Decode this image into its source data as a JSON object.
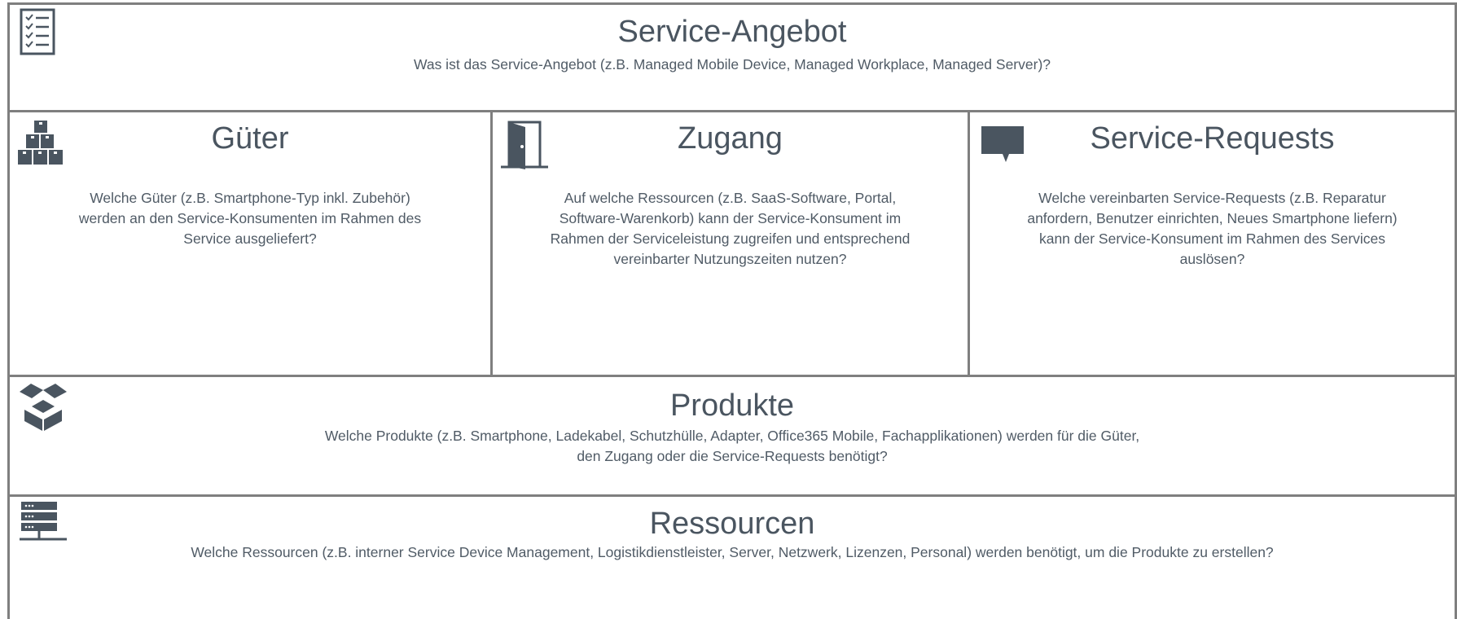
{
  "canvas": {
    "sections": {
      "service_angebot": {
        "title": "Service-Angebot",
        "description": "Was ist das Service-Angebot (z.B. Managed Mobile Device, Managed Workplace, Managed Server)?",
        "icon": "checklist-icon"
      },
      "gueter": {
        "title": "Güter",
        "description_lines": [
          "Welche Güter (z.B. Smartphone-Typ inkl. Zubehör)",
          "werden an den Service-Konsumenten im Rahmen des",
          "Service ausgeliefert?"
        ],
        "icon": "boxes-icon"
      },
      "zugang": {
        "title": "Zugang",
        "description_lines": [
          "Auf welche Ressourcen (z.B. SaaS-Software, Portal,",
          "Software-Warenkorb)  kann der Service-Konsument im",
          "Rahmen der Serviceleistung zugreifen und entsprechend",
          "vereinbarter Nutzungszeiten nutzen?"
        ],
        "icon": "door-icon"
      },
      "service_requests": {
        "title": "Service-Requests",
        "description_lines": [
          "Welche vereinbarten Service-Requests (z.B. Reparatur",
          "anfordern, Benutzer einrichten, Neues Smartphone liefern)",
          "kann der Service-Konsument im Rahmen des Services",
          "auslösen?"
        ],
        "icon": "speech-bubble-icon"
      },
      "produkte": {
        "title": "Produkte",
        "description_lines": [
          "Welche Produkte (z.B. Smartphone, Ladekabel, Schutzhülle, Adapter, Office365 Mobile, Fachapplikationen) werden für die Güter,",
          "den Zugang oder die Service-Requests benötigt?"
        ],
        "icon": "open-box-icon"
      },
      "ressourcen": {
        "title": "Ressourcen",
        "description": "Welche Ressourcen (z.B. interner Service Device Management, Logistikdienstleister, Server, Netzwerk, Lizenzen, Personal) werden benötigt, um die Produkte zu erstellen?",
        "icon": "server-icon"
      }
    }
  }
}
